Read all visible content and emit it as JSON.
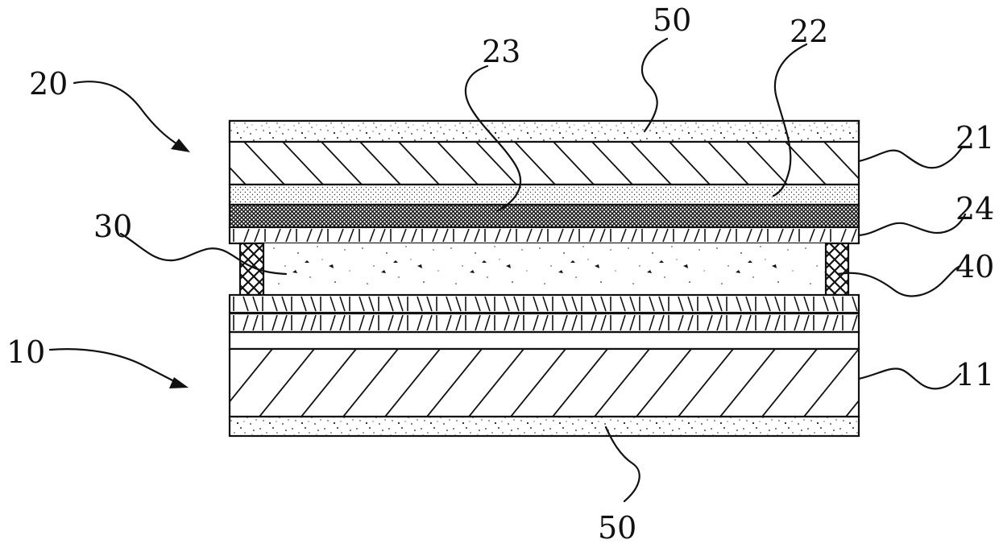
{
  "reference_numerals": {
    "assembly_20": "20",
    "assembly_10": "10",
    "layer_50_top": "50",
    "layer_23": "23",
    "layer_22": "22",
    "layer_21": "21",
    "layer_24": "24",
    "layer_30": "30",
    "layer_40": "40",
    "layer_11": "11",
    "layer_50_bottom": "50"
  },
  "colors": {
    "ink": "#111111",
    "background": "#ffffff"
  }
}
